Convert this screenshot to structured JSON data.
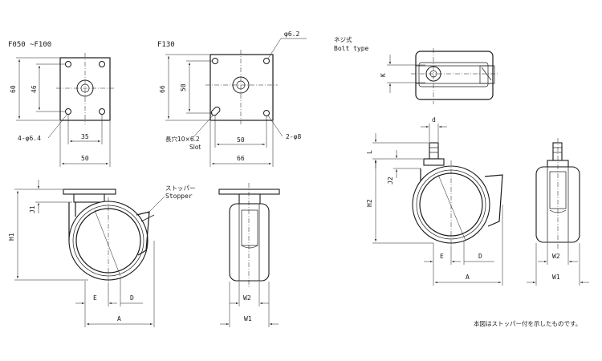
{
  "labels": {
    "f050_title": "F050 ~F100",
    "f130_title": "F130",
    "dia62": "φ6.2",
    "neji_jp": "ネジ式",
    "bolt_type": "Bolt type",
    "hole_4_64": "4-φ6.4",
    "slot_jp": "長穴10×6.2",
    "slot_en": "Slot",
    "hole_2_8": "2-φ8",
    "stopper_jp": "ストッパー",
    "stopper_en": "Stopper",
    "note": "本図はストッパー付を示したものです。"
  },
  "dims": {
    "d60": "60",
    "d46": "46",
    "d35": "35",
    "d50a": "50",
    "d66": "66",
    "d50b": "50",
    "d50c": "50",
    "d66b": "66",
    "K": "K",
    "d": "d",
    "L": "L",
    "J2": "J2",
    "H2": "H2",
    "J1": "J1",
    "H1": "H1",
    "E1": "E",
    "D1": "D",
    "A1": "A",
    "W2a": "W2",
    "W1a": "W1",
    "E2": "E",
    "D2": "D",
    "A2": "A",
    "W2b": "W2",
    "W1b": "W1"
  },
  "colors": {
    "line": "#1a1a1a",
    "background": "#ffffff"
  }
}
